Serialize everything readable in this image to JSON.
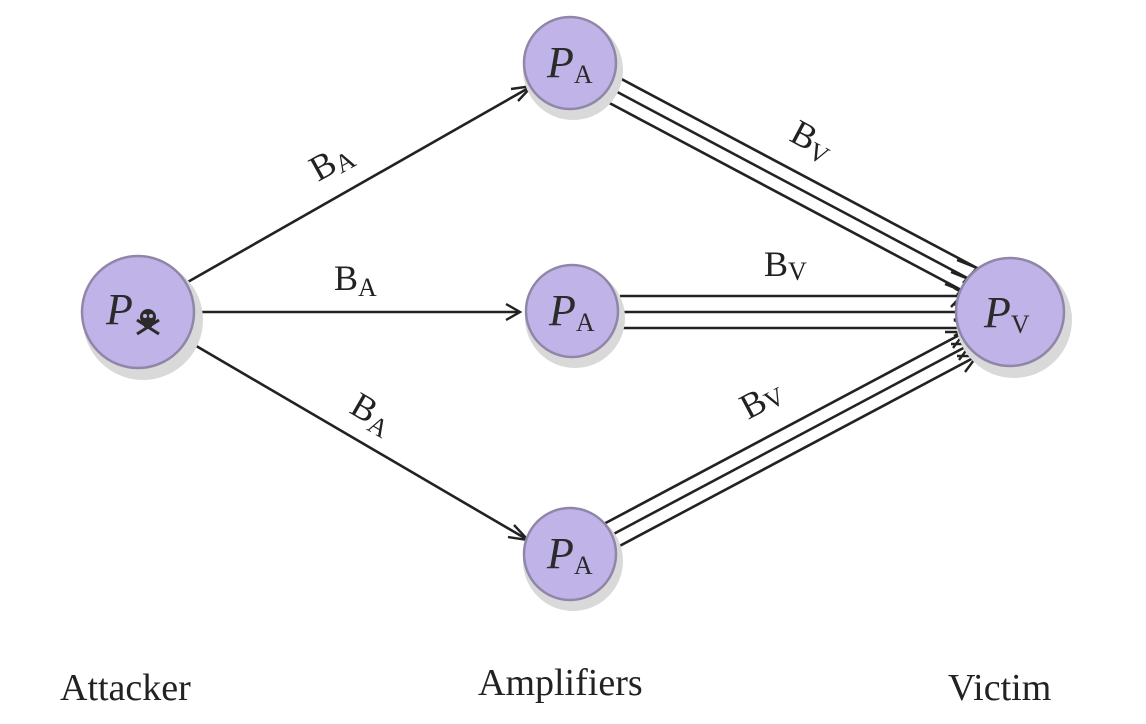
{
  "nodes": {
    "attacker": {
      "main": "P",
      "icon": "skull-crossbones-icon"
    },
    "amplifier_top": {
      "main": "P",
      "sub": "A"
    },
    "amplifier_mid": {
      "main": "P",
      "sub": "A"
    },
    "amplifier_bottom": {
      "main": "P",
      "sub": "A"
    },
    "victim": {
      "main": "P",
      "sub": "V"
    }
  },
  "edges": {
    "attack_top": {
      "main": "B",
      "sub": "A"
    },
    "attack_mid": {
      "main": "B",
      "sub": "A"
    },
    "attack_bottom": {
      "main": "B",
      "sub": "A"
    },
    "amplified_top": {
      "main": "B",
      "sub": "V"
    },
    "amplified_mid": {
      "main": "B",
      "sub": "V"
    },
    "amplified_bottom": {
      "main": "B",
      "sub": "V"
    }
  },
  "columns": {
    "attacker": "Attacker",
    "amplifiers": "Amplifiers",
    "victim": "Victim"
  },
  "colors": {
    "node_fill": "#c0b3e8",
    "node_stroke": "#8f86a8",
    "line": "#222222"
  }
}
